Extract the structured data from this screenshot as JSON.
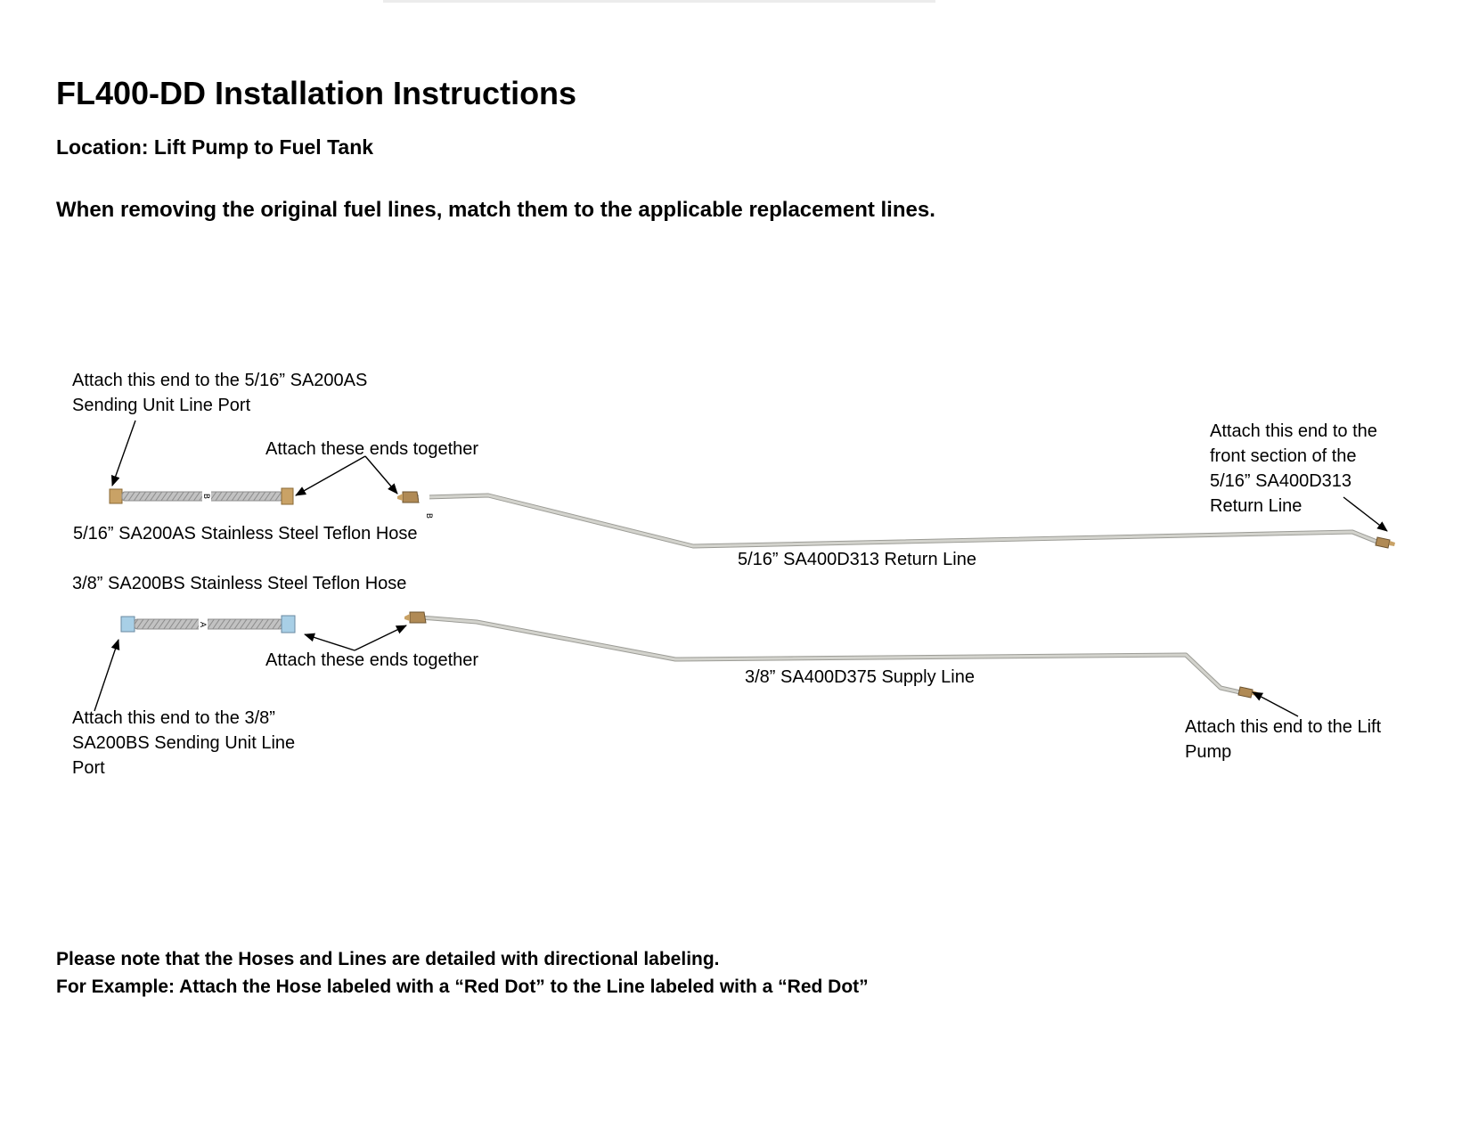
{
  "header": {
    "title": "FL400-DD Installation Instructions",
    "location": "Location: Lift Pump to Fuel Tank",
    "instruction": "When removing the original fuel lines, match them to the applicable replacement lines."
  },
  "diagram": {
    "return_assembly": {
      "hose_port_label_1": "Attach this end to the 5/16” SA200AS",
      "hose_port_label_2": "Sending Unit Line Port",
      "join_label": "Attach these ends together",
      "hose_name": "5/16” SA200AS Stainless Steel Teflon Hose",
      "line_name": "5/16” SA400D313 Return Line",
      "line_end_label_1": "Attach this end to the",
      "line_end_label_2": "front section of the",
      "line_end_label_3": "5/16” SA400D313",
      "line_end_label_4": "Return Line",
      "hose_tag": "B",
      "line_tag": "B"
    },
    "supply_assembly": {
      "hose_name": "3/8” SA200BS Stainless Steel Teflon Hose",
      "join_label": "Attach these ends together",
      "hose_port_label_1": "Attach this end to the 3/8”",
      "hose_port_label_2": "SA200BS Sending Unit Line",
      "hose_port_label_3": "Port",
      "line_name": "3/8” SA400D375 Supply Line",
      "line_end_label_1": "Attach this end to the Lift",
      "line_end_label_2": "Pump",
      "hose_tag": "A"
    }
  },
  "notes": {
    "line_1": "Please note that the Hoses and Lines are detailed with directional labeling.",
    "line_2": "For Example: Attach the Hose labeled with a “Red Dot” to the Line labeled with a “Red Dot”"
  },
  "colors": {
    "steel_line": "#b9b9b2",
    "brass_fitting": "#c9a266",
    "blue_fitting": "#a8cfe6",
    "hose_braid": "#a7a7a7"
  }
}
